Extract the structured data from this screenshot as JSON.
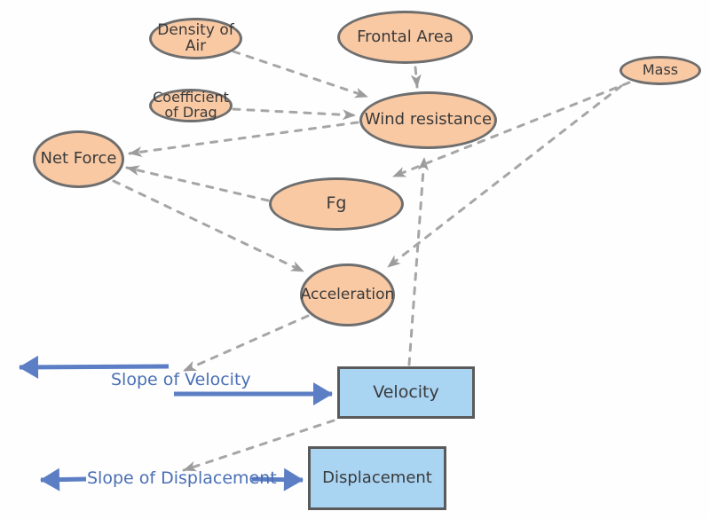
{
  "diagram": {
    "title_hint": "Concept map of forces and motion",
    "nodes": {
      "density_of_air": {
        "label": "Density of Air",
        "shape": "ellipse"
      },
      "frontal_area": {
        "label": "Frontal Area",
        "shape": "ellipse"
      },
      "mass": {
        "label": "Mass",
        "shape": "ellipse"
      },
      "coefficient_of_drag": {
        "label": "Coefficient of Drag",
        "shape": "ellipse"
      },
      "wind_resistance": {
        "label": "Wind resistance",
        "shape": "ellipse"
      },
      "net_force": {
        "label": "Net Force",
        "shape": "ellipse"
      },
      "fg": {
        "label": "Fg",
        "shape": "ellipse"
      },
      "acceleration": {
        "label": "Acceleration",
        "shape": "ellipse"
      },
      "velocity": {
        "label": "Velocity",
        "shape": "rectangle"
      },
      "displacement": {
        "label": "Displacement",
        "shape": "rectangle"
      }
    },
    "annotations": {
      "slope_of_velocity": {
        "label": "Slope of Velocity"
      },
      "slope_of_displacement": {
        "label": "Slope of Displacement"
      }
    },
    "edges": [
      {
        "from": "Density of Air",
        "to": "Wind resistance",
        "style": "dashed-gray"
      },
      {
        "from": "Coefficient of Drag",
        "to": "Wind resistance",
        "style": "dashed-gray"
      },
      {
        "from": "Frontal Area",
        "to": "Wind resistance",
        "style": "dashed-gray"
      },
      {
        "from": "Velocity",
        "to": "Wind resistance",
        "style": "dashed-gray"
      },
      {
        "from": "Mass",
        "to": "Fg",
        "style": "dashed-gray"
      },
      {
        "from": "Mass",
        "to": "Acceleration",
        "style": "dashed-gray"
      },
      {
        "from": "Wind resistance",
        "to": "Net Force",
        "style": "dashed-gray"
      },
      {
        "from": "Fg",
        "to": "Net Force",
        "style": "dashed-gray"
      },
      {
        "from": "Net Force",
        "to": "Acceleration",
        "style": "dashed-gray"
      },
      {
        "from": "Acceleration",
        "to": "Slope of Velocity",
        "style": "dashed-gray"
      },
      {
        "from": "Velocity",
        "to": "Slope of Displacement",
        "style": "dashed-gray"
      }
    ],
    "annotation_arrows": [
      {
        "at": "Slope of Velocity",
        "direction": "left",
        "style": "solid-blue"
      },
      {
        "at": "Slope of Velocity",
        "direction": "right-into-Velocity",
        "style": "solid-blue"
      },
      {
        "at": "Slope of Displacement",
        "direction": "left",
        "style": "solid-blue"
      },
      {
        "at": "Slope of Displacement",
        "direction": "right-into-Displacement",
        "style": "solid-blue"
      }
    ],
    "colors": {
      "ellipse_fill": "#f9c9a4",
      "ellipse_border": "#6e6e6e",
      "box_fill": "#a9d4f2",
      "box_border": "#5a5a5a",
      "connector_gray": "#a6a6a6",
      "arrowhead_gray": "#9c9c9c",
      "arrow_blue": "#5b7ec4",
      "label_blue": "#4a6fb5",
      "node_text": "#3a3a3a"
    }
  }
}
